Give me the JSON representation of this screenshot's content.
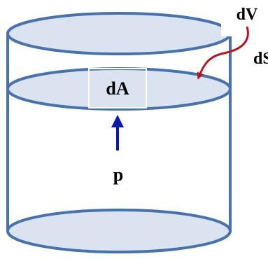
{
  "labels": {
    "volume": "dV",
    "surface": "dS",
    "area": "dA",
    "pressure": "p"
  },
  "colors": {
    "ellipse_fill": "#dbe3f0",
    "outline": "#4672b2",
    "pressure_arrow": "#0a1aa8",
    "pointer_arrow": "#b8141c",
    "area_box_stroke": "#ffffff",
    "text": "#000000"
  }
}
